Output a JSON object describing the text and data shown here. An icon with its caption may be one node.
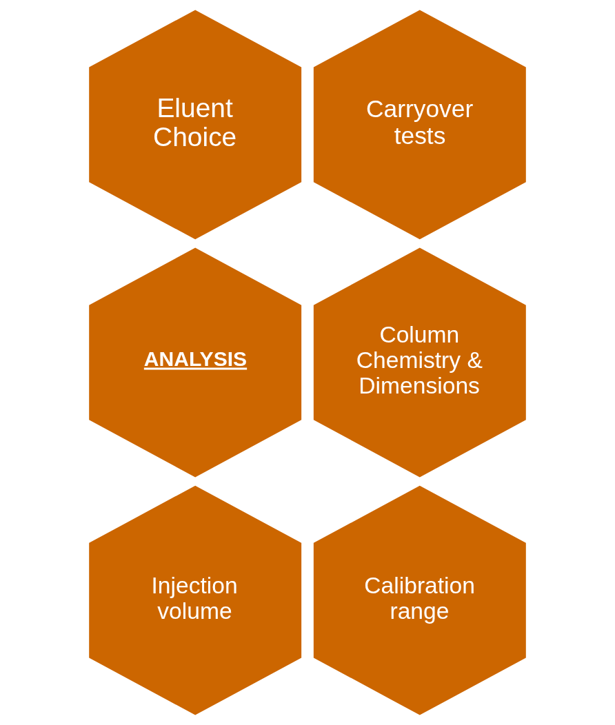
{
  "diagram": {
    "nodes": [
      {
        "text": [
          "Eluent Choice"
        ]
      },
      {
        "text": [
          "Carryover tests"
        ]
      },
      {
        "text": [
          "ANALYSIS"
        ]
      },
      {
        "text": [
          "Column Chemistry & Dimensions"
        ]
      },
      {
        "text": [
          "Injection volume"
        ]
      },
      {
        "text": [
          "Calibration range"
        ]
      }
    ]
  }
}
